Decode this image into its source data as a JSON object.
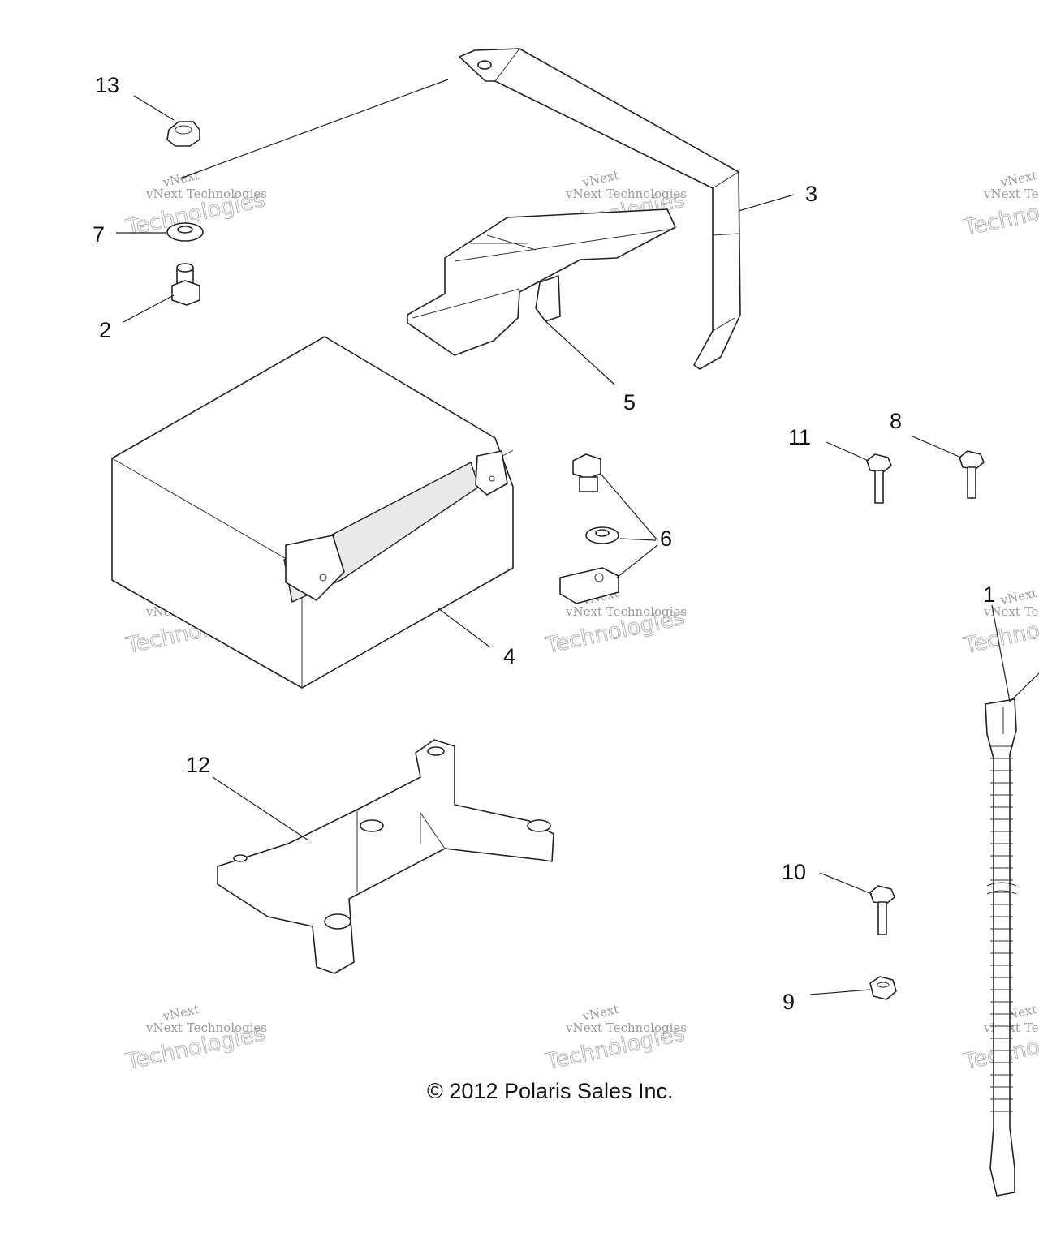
{
  "callouts": {
    "c1": "1",
    "c2": "2",
    "c3": "3",
    "c4": "4",
    "c5": "5",
    "c6": "6",
    "c7": "7",
    "c8": "8",
    "c9": "9",
    "c10": "10",
    "c11": "11",
    "c12": "12",
    "c13": "13"
  },
  "watermark": {
    "line1": "vNext",
    "line2": "vNext Technologies",
    "line3": "Technologies"
  },
  "copyright": "© 2012 Polaris Sales Inc."
}
